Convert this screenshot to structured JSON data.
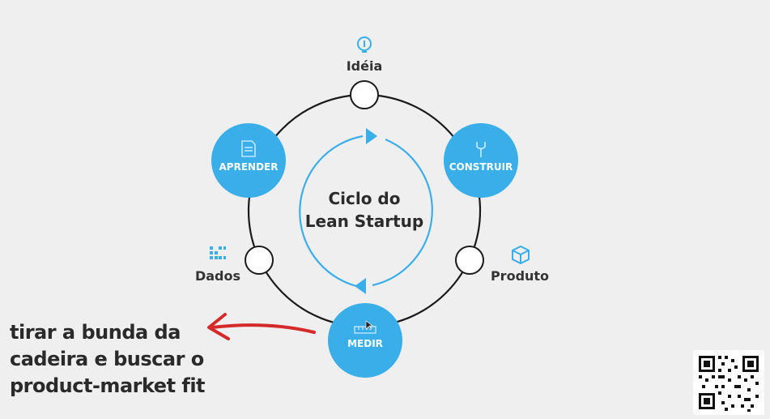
{
  "diagram": {
    "center_title": [
      "Ciclo do",
      "Lean Startup"
    ],
    "nodes": [
      {
        "id": "aprender",
        "label": "APRENDER",
        "icon": "document-icon"
      },
      {
        "id": "construir",
        "label": "CONSTRUIR",
        "icon": "wrench-icon"
      },
      {
        "id": "medir",
        "label": "MEDIR",
        "icon": "ruler-icon"
      }
    ],
    "stages": [
      {
        "id": "ideia",
        "label": "Idéia",
        "icon": "lightbulb-icon"
      },
      {
        "id": "produto",
        "label": "Produto",
        "icon": "cube-icon"
      },
      {
        "id": "dados",
        "label": "Dados",
        "icon": "data-grid-icon"
      }
    ],
    "colors": {
      "accent": "#3aaee8",
      "ring": "#1a1a1a",
      "arrow": "#d42a2a",
      "background": "#efefef"
    }
  },
  "annotation": {
    "lines": [
      "tirar a bunda da",
      "cadeira e buscar o",
      "product-market fit"
    ]
  },
  "qr_code": {
    "icon": "qr-code-icon"
  }
}
